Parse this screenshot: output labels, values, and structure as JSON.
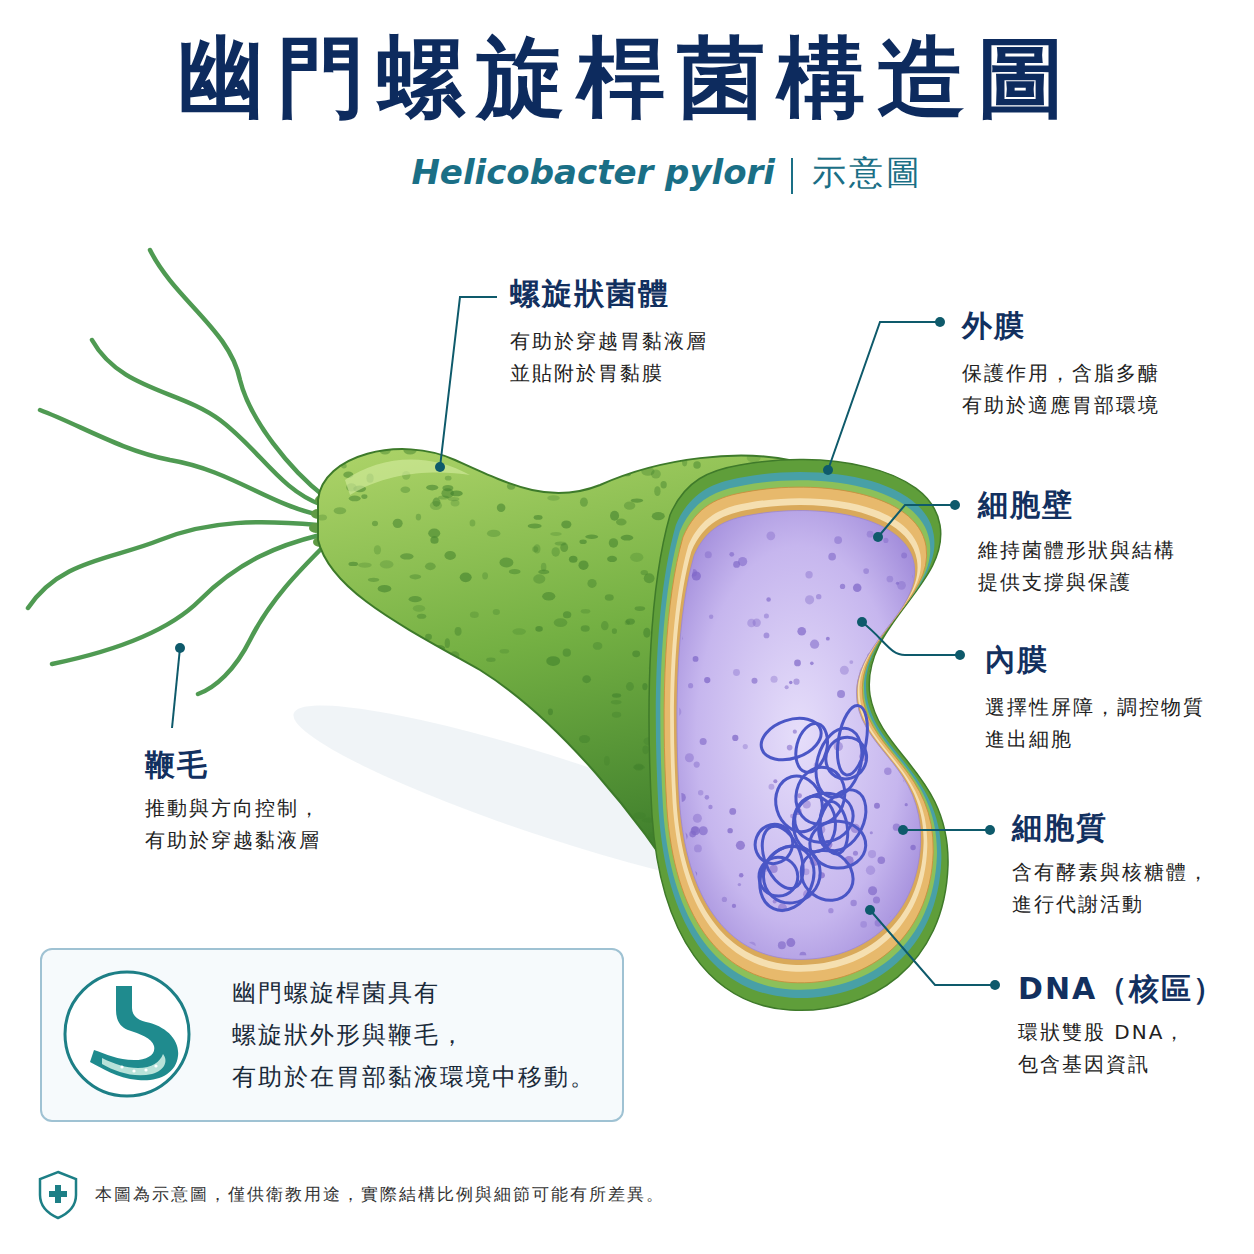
{
  "diagram": {
    "title": "幽門螺旋桿菌構造圖",
    "nodes": [
      {
        "text": [
          "幽門螺旋桿菌具有 螺旋狀外形與鞭毛， 有助於在胃部黏液環境中移動。"
        ]
      }
    ],
    "labels": [
      "Helicobacter pylori",
      "示意圖",
      "螺旋狀菌體",
      "有助於穿越胃黏液層 並貼附於胃黏膜",
      "外膜",
      "保護作用，含脂多醣 有助於適應胃部環境",
      "細胞壁",
      "維持菌體形狀與結構 提供支撐與保護",
      "內膜",
      "選擇性屏障，調控物質 進出細胞",
      "細胞質",
      "含有酵素與核糖體， 進行代謝活動",
      "DNA（核區）",
      "環狀雙股 DNA， 包含基因資訊",
      "鞭毛",
      "推動與方向控制， 有助於穿越黏液層",
      "本圖為示意圖，僅供衛教用途，實際結構比例與細節可能有所差異。"
    ]
  }
}
